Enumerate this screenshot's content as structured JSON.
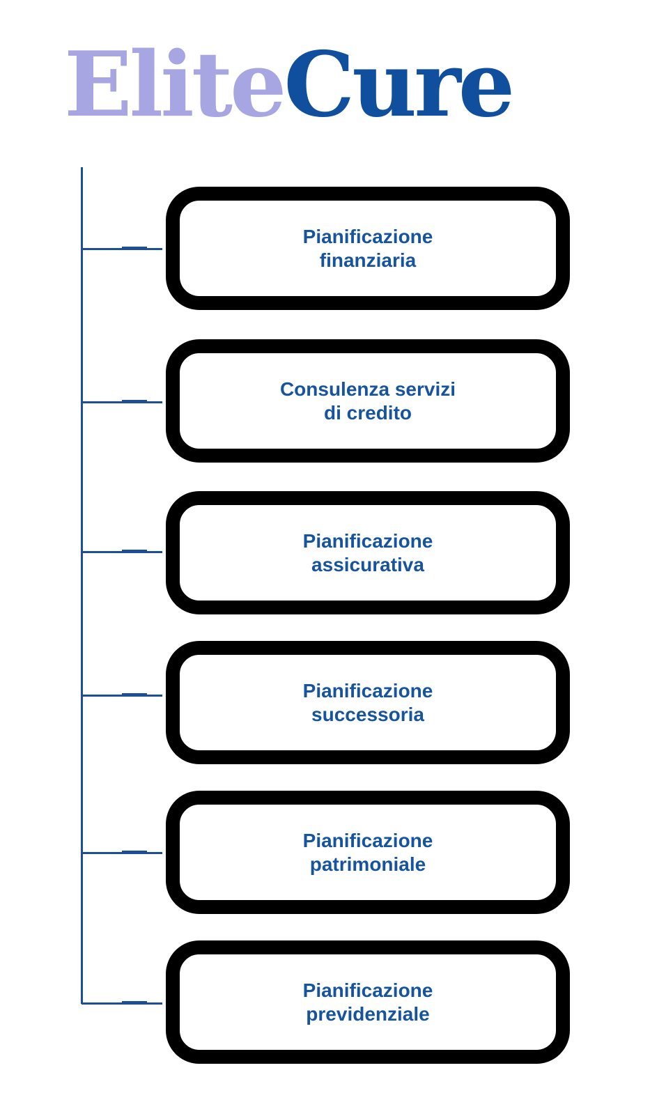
{
  "logo": {
    "text_primary": "Elite",
    "text_secondary": "Cure"
  },
  "theme": {
    "connector_color": "#1c4f96",
    "box_border_color": "#000000",
    "box_background": "#ffffff",
    "box_text_color": "#17549e",
    "page_background": "#ffffff",
    "logo_primary_color": "#a7a5e2",
    "logo_secondary_color": "#0f4f9e"
  },
  "diagram": {
    "nodes": [
      {
        "lines": [
          "Pianificazione",
          "finanziaria"
        ]
      },
      {
        "lines": [
          "Consulenza servizi",
          "di credito"
        ]
      },
      {
        "lines": [
          "Pianificazione",
          "assicurativa"
        ]
      },
      {
        "lines": [
          "Pianificazione",
          "successoria"
        ]
      },
      {
        "lines": [
          "Pianificazione",
          "patrimoniale"
        ]
      },
      {
        "lines": [
          "Pianificazione",
          "previdenziale"
        ]
      }
    ]
  }
}
